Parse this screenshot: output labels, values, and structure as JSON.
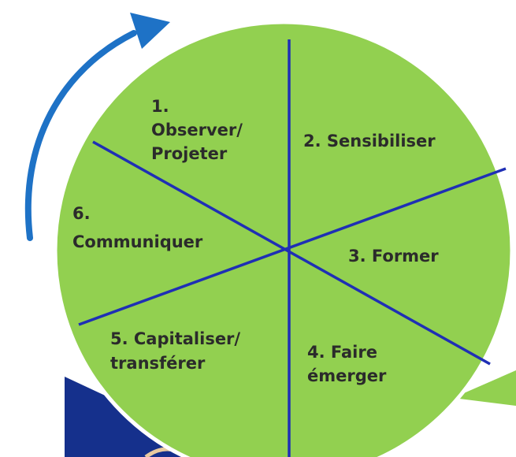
{
  "diagram": {
    "colors": {
      "wheel_fill": "#92d050",
      "wheel_stroke": "#ffffff",
      "divider": "#1f2fb5",
      "arrow": "#1e72c6",
      "text": "#2b2b2b",
      "navy_shape": "#15308c",
      "green_accent": "#92d050"
    },
    "direction_arrow": {
      "icon": "curved-arrow-clockwise"
    },
    "segments": [
      {
        "lines": [
          "1.",
          "Observer/",
          "Projeter"
        ]
      },
      {
        "lines": [
          "2. Sensibiliser"
        ]
      },
      {
        "lines": [
          "3. Former"
        ]
      },
      {
        "lines": [
          "4. Faire",
          "émerger"
        ]
      },
      {
        "lines": [
          "5. Capitaliser/",
          "transférer"
        ]
      },
      {
        "lines": [
          "6.",
          "Communiquer"
        ]
      }
    ]
  }
}
